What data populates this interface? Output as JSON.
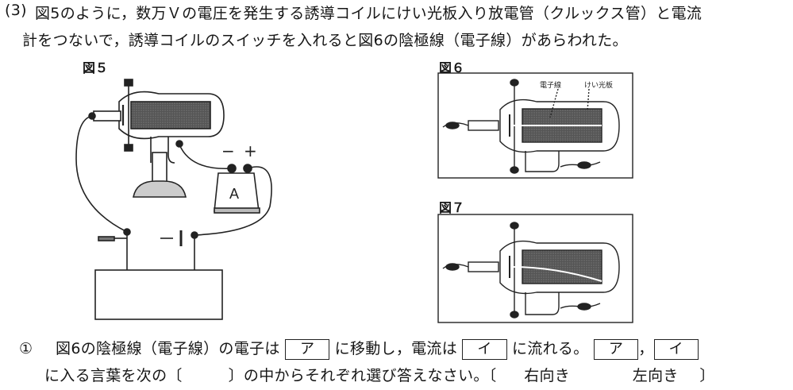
{
  "question": {
    "number": "(3)",
    "line1": "図5のように，数万Ｖの電圧を発生する誘導コイルにけい光板入り放電管（クルックス管）と電流",
    "line2": "計をつないで，誘導コイルのスイッチを入れると図6の陰極線（電子線）があらわれた。"
  },
  "fig5": {
    "label": "図５",
    "ammeter_symbol": "A",
    "minus": "−",
    "plus": "+"
  },
  "fig6": {
    "label": "図６",
    "annotation_electron": "電子線",
    "annotation_screen": "けい光板"
  },
  "fig7": {
    "label": "図７"
  },
  "sub1": {
    "marker": "①",
    "text_a": "図6の陰極線（電子線）の電子は",
    "box_a": "ア",
    "text_b": "に移動し，電流は",
    "box_i": "イ",
    "text_c": "に流れる。",
    "box_a2": "ア",
    "sep": "，",
    "box_i2": "イ",
    "line2": "に入る言葉を次の〔　　　〕の中からそれぞれ選び答えなさい。〔",
    "choice_right": "右向き",
    "choice_left": "左向き",
    "close_bracket": "〕"
  }
}
